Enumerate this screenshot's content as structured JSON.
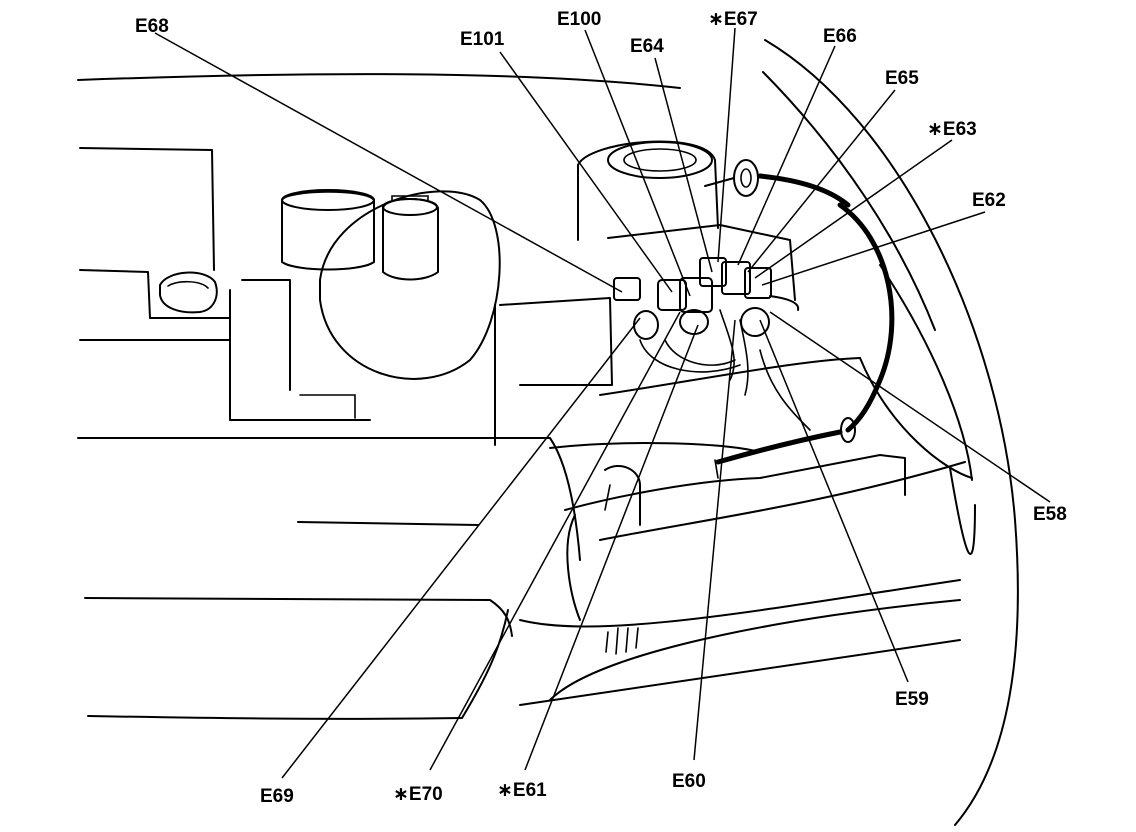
{
  "labels": {
    "e68": "E68",
    "e101": "E101",
    "e100": "E100",
    "e64": "E64",
    "e67": "∗E67",
    "e66": "E66",
    "e65": "E65",
    "e63": "∗E63",
    "e62": "E62",
    "e58": "E58",
    "e59": "E59",
    "e60": "E60",
    "e61": "∗E61",
    "e70": "∗E70",
    "e69": "E69"
  }
}
